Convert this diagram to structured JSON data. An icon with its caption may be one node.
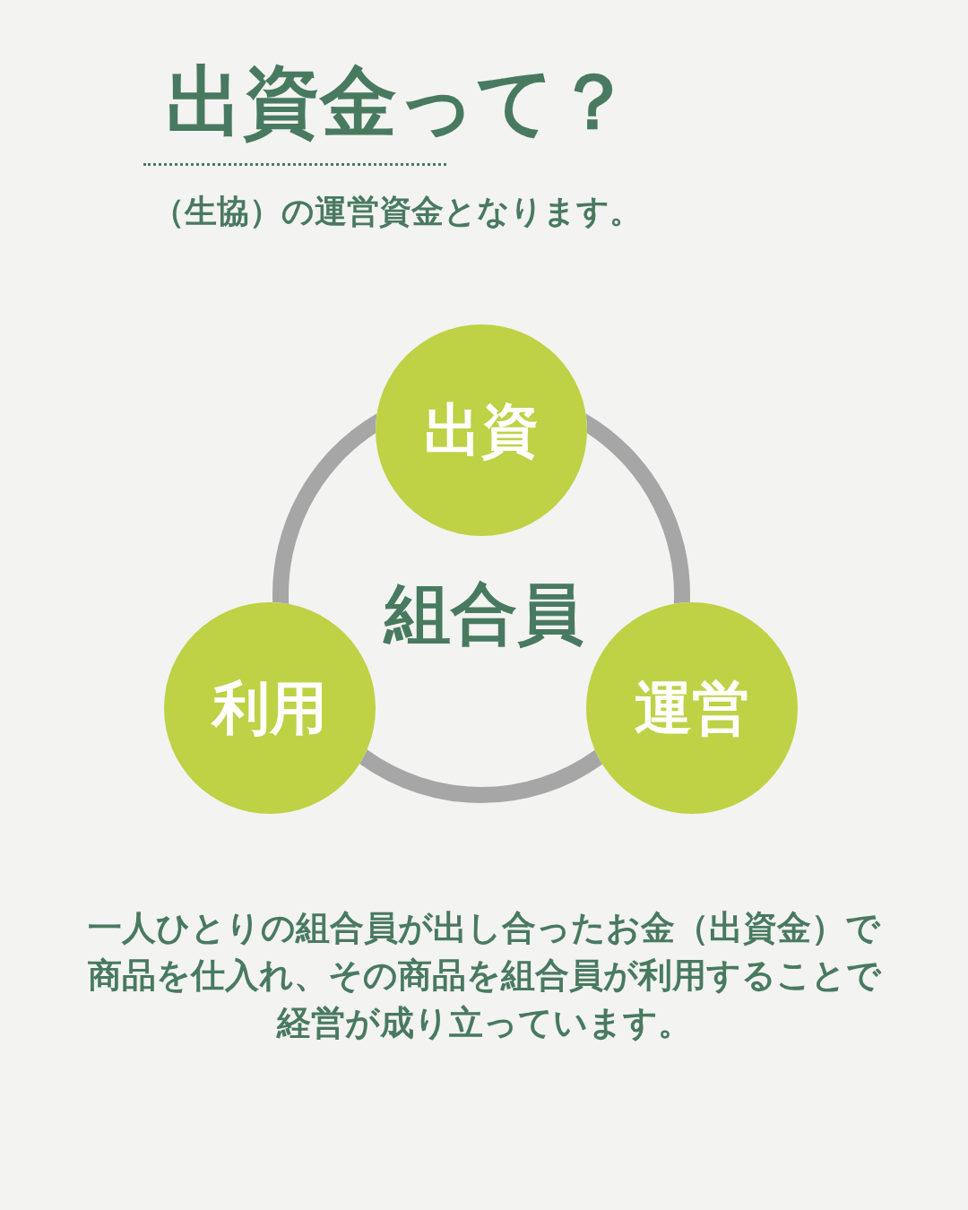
{
  "diagram": {
    "title": "出資金って？",
    "nodes": [
      {
        "text": [
          "出資"
        ]
      },
      {
        "text": [
          "利用"
        ]
      },
      {
        "text": [
          "運営"
        ]
      }
    ],
    "edges": [
      {
        "from": 0,
        "to": 2,
        "arrow": "none"
      },
      {
        "from": 2,
        "to": 1,
        "arrow": "none"
      },
      {
        "from": 1,
        "to": 0,
        "arrow": "none"
      }
    ],
    "labels": [
      "（生協）の運営資金となります。",
      "組合員"
    ],
    "caption": "一人ひとりの組合員が出し合ったお金（出資金）で商品を仕入れ、その商品を組合員が利用することで経営が成り立っています。"
  }
}
